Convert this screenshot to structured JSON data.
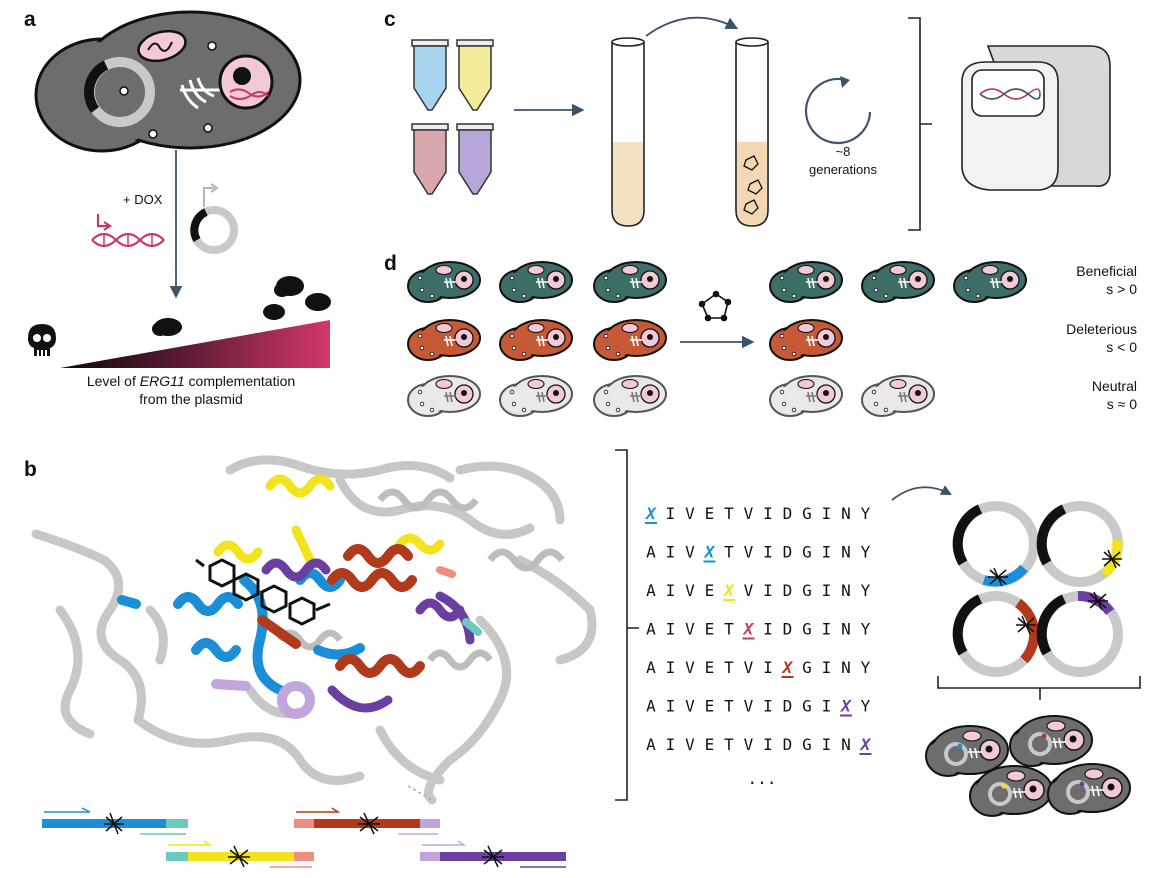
{
  "panels": {
    "a": {
      "letter": "a",
      "dox_label": "+ DOX",
      "caption_pre": "Level of ",
      "caption_gene": "ERG11",
      "caption_post": " complementation",
      "caption_line2": "from the plasmid"
    },
    "b": {
      "letter": "b",
      "sequence": [
        "A",
        "I",
        "V",
        "E",
        "T",
        "V",
        "I",
        "D",
        "G",
        "I",
        "N",
        "Y"
      ],
      "mutant_symbol": "X",
      "mutant_positions": [
        0,
        3,
        4,
        5,
        7,
        10,
        11
      ],
      "ellipsis": "..."
    },
    "c": {
      "letter": "c",
      "cycle_label_1": "~8",
      "cycle_label_2": "generations"
    },
    "d": {
      "letter": "d",
      "rows": [
        {
          "name": "Beneficial",
          "stat": "s > 0"
        },
        {
          "name": "Deleterious",
          "stat": "s < 0"
        },
        {
          "name": "Neutral",
          "stat": "s ≈ 0"
        }
      ]
    }
  },
  "colors": {
    "blue": "#1a8fd8",
    "yellow": "#f2e31d",
    "maroon": "#b23a1c",
    "purple": "#6b3fa0",
    "teal": "#6cc9bd",
    "salmon": "#ec8f80",
    "lavender": "#c0a6dd",
    "beneficial": "#3e6e68",
    "deleterious": "#c65a36",
    "neutral": "#e9e9e9",
    "pink": "#c8386a",
    "arrow": "#3f5368"
  }
}
